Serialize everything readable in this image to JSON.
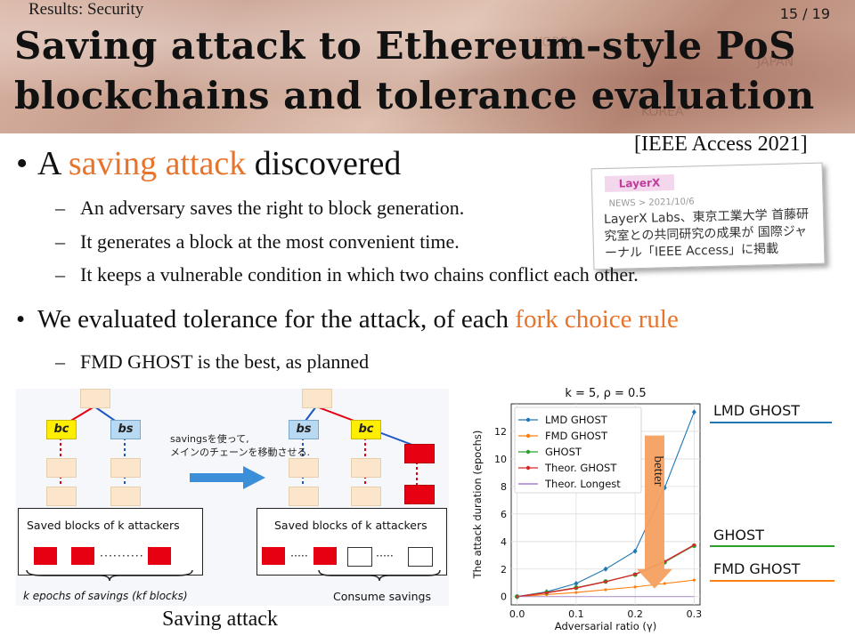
{
  "header": {
    "section_label": "Results: Security",
    "page_number": "15 / 19",
    "title": "Saving attack to Ethereum-style PoS blockchains and tolerance evaluation"
  },
  "citation": "[IEEE Access 2021]",
  "news_card": {
    "logo": "LayerX",
    "meta": "NEWS  >  2021/10/6",
    "headline": "LayerX Labs、東京工業大学 首藤研究室との共同研究の成果が 国際ジャーナル「IEEE Access」に掲載"
  },
  "bullets": [
    {
      "prefix": "A ",
      "highlight": "saving attack",
      "suffix": " discovered",
      "subs": [
        "An adversary saves the right to block generation.",
        "It generates a block at the most convenient time.",
        "It keeps a vulnerable condition in which two chains conflict each other."
      ]
    },
    {
      "prefix": "We evaluated tolerance for the attack, of each ",
      "highlight": "fork choice rule",
      "suffix": "",
      "subs": [
        "FMD GHOST is the best, as planned"
      ]
    }
  ],
  "diagram": {
    "bc": "bc",
    "bs": "bs",
    "arrow_caption_line1": "savingsを使って,",
    "arrow_caption_line2": "メインのチェーンを移動させる.",
    "saved_label_left": "Saved blocks of k attackers",
    "saved_label_right": "Saved blocks of k attackers",
    "brace_left": "k epochs of savings (kf  blocks)",
    "brace_right": "Consume savings",
    "caption": "Saving attack"
  },
  "colors": {
    "accent_orange": "#e8742c",
    "lmd_line": "#1f77b4",
    "ghost_line": "#2ca02c",
    "fmd_line": "#ff7f0e"
  },
  "chart_data": {
    "type": "line",
    "title": "k = 5, ρ = 0.5",
    "xlabel": "Adversarial ratio (γ)",
    "ylabel": "The attack duration (epochs)",
    "x": [
      0.0,
      0.05,
      0.1,
      0.15,
      0.2,
      0.25,
      0.3
    ],
    "xticks": [
      "0.0",
      "0.1",
      "0.2",
      "0.3"
    ],
    "yticks": [
      "0",
      "2",
      "4",
      "6",
      "8",
      "10",
      "12"
    ],
    "xlim": [
      -0.01,
      0.31
    ],
    "ylim": [
      -0.6,
      14
    ],
    "grid": true,
    "legend": "upper-left",
    "series": [
      {
        "name": "LMD GHOST",
        "values": [
          0.0,
          0.35,
          0.95,
          2.0,
          3.3,
          7.9,
          13.4
        ],
        "color": "#1f77b4",
        "marker": "diamond"
      },
      {
        "name": "FMD GHOST",
        "values": [
          0.0,
          0.15,
          0.3,
          0.5,
          0.7,
          0.95,
          1.2
        ],
        "color": "#ff7f0e",
        "marker": "dot"
      },
      {
        "name": "GHOST",
        "values": [
          0.0,
          0.3,
          0.65,
          1.1,
          1.6,
          2.5,
          3.7
        ],
        "color": "#2ca02c",
        "marker": "circle"
      },
      {
        "name": "Theor. GHOST",
        "values": [
          0.0,
          0.28,
          0.62,
          1.08,
          1.62,
          2.55,
          3.75
        ],
        "color": "#d62728",
        "marker": "dot"
      },
      {
        "name": "Theor. Longest",
        "values": [
          0.0,
          0.0,
          0.0,
          0.0,
          0.0,
          0.0,
          0.0
        ],
        "color": "#9467bd",
        "marker": "none"
      }
    ],
    "annotation": "better"
  },
  "right_labels": {
    "lmd": "LMD GHOST",
    "ghost": "GHOST",
    "fmd": "FMD GHOST"
  }
}
